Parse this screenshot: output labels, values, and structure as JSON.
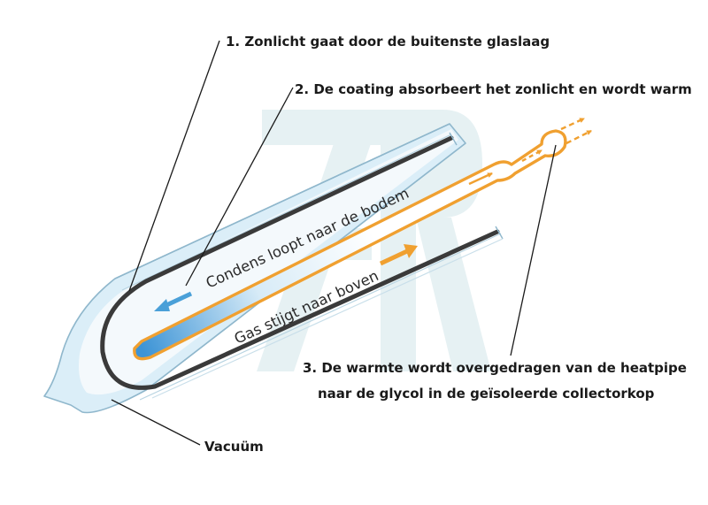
{
  "labels": {
    "step1": "1. Zonlicht gaat door de buitenste glaslaag",
    "step2": "2. De coating absorbeert het zonlicht en wordt warm",
    "step3_line1": "3. De warmte wordt overgedragen van de heatpipe",
    "step3_line2": "naar de glycol in de geïsoleerde collectorkop",
    "vacuum": "Vacuüm",
    "condens": "Condens loopt naar de bodem",
    "gas": "Gas stijgt naar boven"
  },
  "colors": {
    "glass_fill": "#dbeef8",
    "glass_stroke": "#8fb7cc",
    "coating": "#3a3a3a",
    "heatpipe": "#f0a030",
    "condensate_arrow": "#4aa0d8",
    "gas_arrow": "#f0a030",
    "watermark": "#e6f1f3"
  }
}
